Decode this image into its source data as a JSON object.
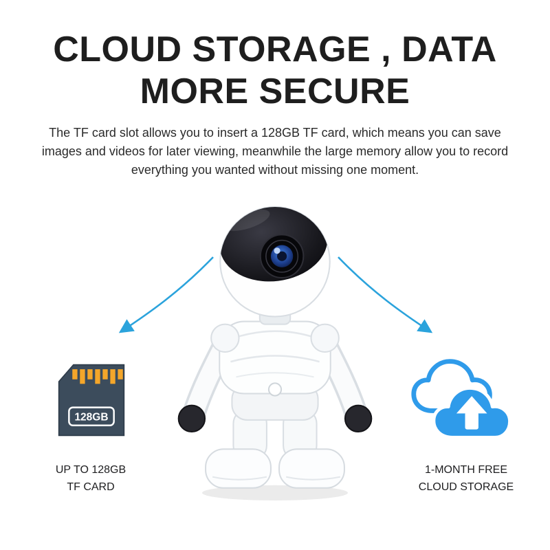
{
  "title": {
    "line1": "CLOUD STORAGE , DATA",
    "line2": "MORE SECURE"
  },
  "description": "The TF card slot allows you to insert a 128GB TF card, which means you can save images and videos for later viewing, meanwhile the large memory allow you to record everything you wanted without missing one moment.",
  "left_feature": {
    "card_label": "128GB",
    "caption_line1": "UP TO 128GB",
    "caption_line2": "TF CARD"
  },
  "right_feature": {
    "caption_line1": "1-MONTH FREE",
    "caption_line2": "CLOUD STORAGE"
  },
  "colors": {
    "title_text": "#1e1e1e",
    "body_text": "#2a2a2a",
    "arrow_blue": "#2ba3dc",
    "cloud_blue": "#2f9bea",
    "card_body": "#3c4c5c",
    "card_pins": "#f4a62a",
    "robot_visor": "#17171c",
    "lens_blue": "#2563c4"
  }
}
